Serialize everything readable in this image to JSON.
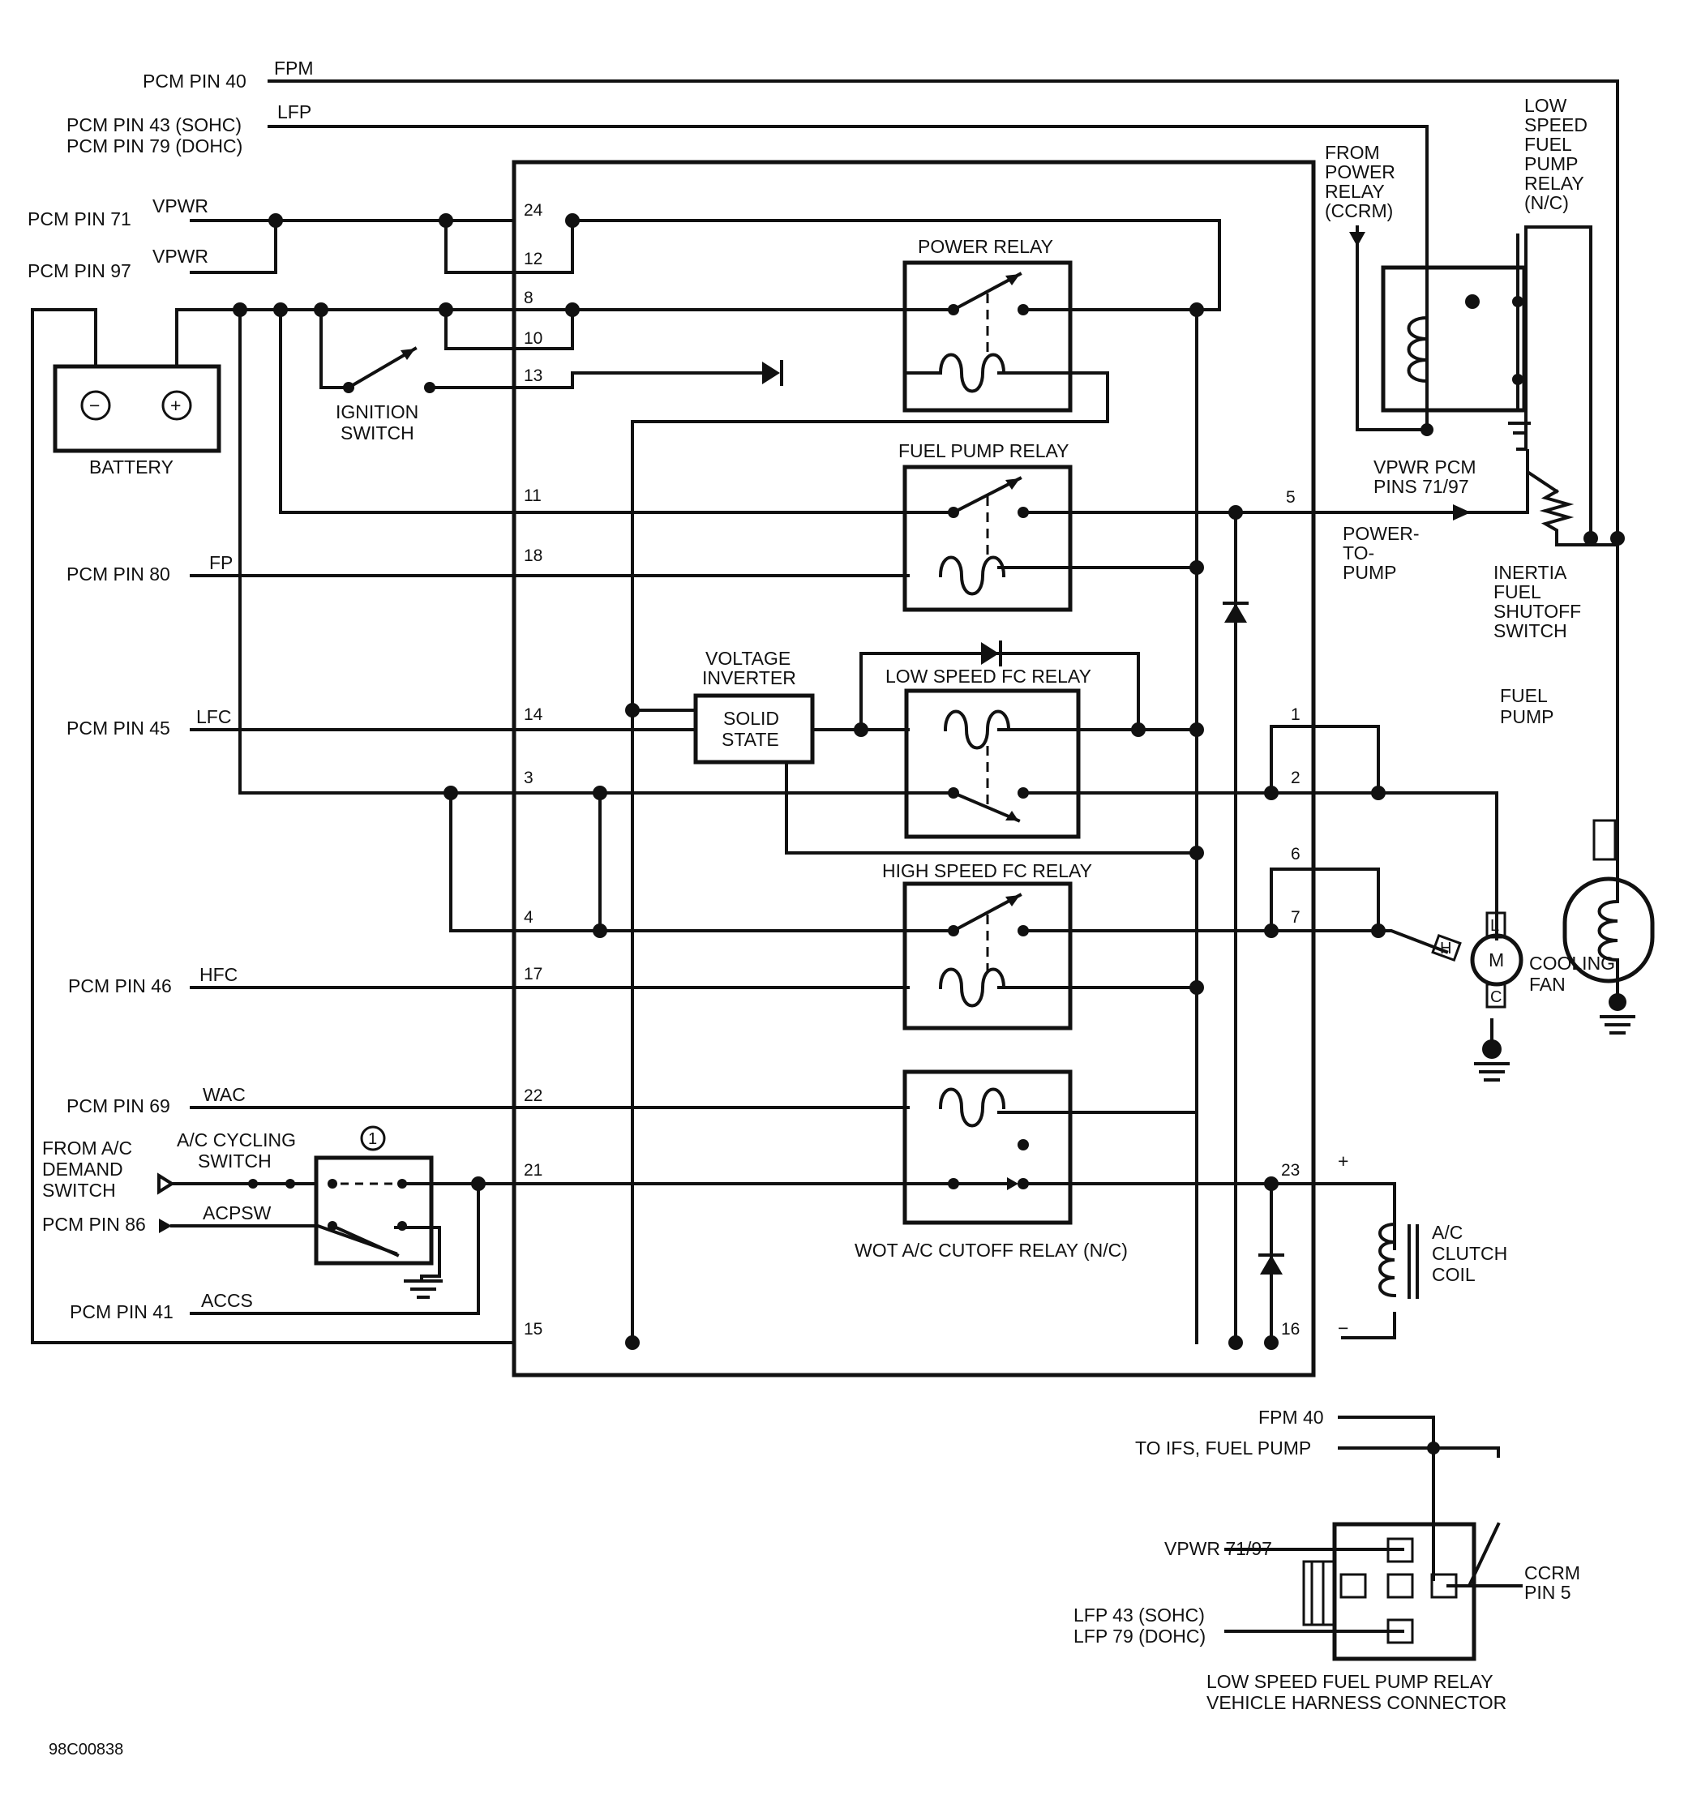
{
  "diagram_id": "98C00838",
  "pcm_pins": {
    "pin40": "PCM PIN 40",
    "pin43_sohc": "PCM PIN 43 (SOHC)",
    "pin79_dohc": "PCM PIN 79 (DOHC)",
    "pin71": "PCM PIN 71",
    "pin97": "PCM PIN 97",
    "pin80": "PCM PIN 80",
    "pin45": "PCM PIN 45",
    "pin46": "PCM PIN 46",
    "pin69": "PCM PIN 69",
    "pin86": "PCM PIN 86",
    "pin41": "PCM PIN 41"
  },
  "signals": {
    "fpm": "FPM",
    "lfp": "LFP",
    "vpwr1": "VPWR",
    "vpwr2": "VPWR",
    "fp": "FP",
    "lfc": "LFC",
    "hfc": "HFC",
    "wac": "WAC",
    "acpsw": "ACPSW",
    "accs": "ACCS"
  },
  "module_pins": [
    "24",
    "12",
    "8",
    "10",
    "13",
    "11",
    "18",
    "14",
    "3",
    "4",
    "17",
    "22",
    "21",
    "15",
    "5",
    "1",
    "2",
    "6",
    "7",
    "23",
    "16"
  ],
  "relays": {
    "power": "POWER RELAY",
    "fuel_pump": "FUEL PUMP RELAY",
    "low_speed_fc": "LOW SPEED FC RELAY",
    "high_speed_fc": "HIGH SPEED FC RELAY",
    "wot_ac_cutoff": "WOT A/C CUTOFF RELAY (N/C)"
  },
  "components": {
    "battery": "BATTERY",
    "battery_neg": "−",
    "battery_pos": "+",
    "ignition_switch": [
      "IGNITION",
      "SWITCH"
    ],
    "voltage_inverter": [
      "VOLTAGE",
      "INVERTER"
    ],
    "solid_state": [
      "SOLID",
      "STATE"
    ],
    "from_power_relay": [
      "FROM",
      "POWER",
      "RELAY",
      "(CCRM)"
    ],
    "low_speed_fuel_pump_relay": [
      "LOW",
      "SPEED",
      "FUEL",
      "PUMP",
      "RELAY",
      "(N/C)"
    ],
    "vpwr_pcm_pins": [
      "VPWR PCM",
      "PINS 71/97"
    ],
    "power_to_pump": [
      "POWER-",
      "TO-",
      "PUMP"
    ],
    "inertia_switch": [
      "INERTIA",
      "FUEL",
      "SHUTOFF",
      "SWITCH"
    ],
    "fuel_pump": [
      "FUEL",
      "PUMP"
    ],
    "cooling_fan": [
      "COOLING",
      "FAN"
    ],
    "motor": "M",
    "motor_l": "L",
    "motor_h": "H",
    "motor_c": "C",
    "ac_demand": [
      "FROM A/C",
      "DEMAND",
      "SWITCH"
    ],
    "ac_cycling": [
      "A/C CYCLING",
      "SWITCH"
    ],
    "circle_note": "1",
    "ac_clutch": [
      "A/C",
      "CLUTCH",
      "COIL"
    ],
    "plus": "+",
    "minus": "−"
  },
  "connector": {
    "fpm40": "FPM 40",
    "to_ifs": "TO IFS, FUEL PUMP",
    "vpwr": "VPWR 71/97",
    "lfp43": "LFP 43 (SOHC)",
    "lfp79": "LFP 79 (DOHC)",
    "ccrm": [
      "CCRM",
      "PIN 5"
    ],
    "title": [
      "LOW SPEED FUEL PUMP RELAY",
      "VEHICLE HARNESS CONNECTOR"
    ]
  }
}
